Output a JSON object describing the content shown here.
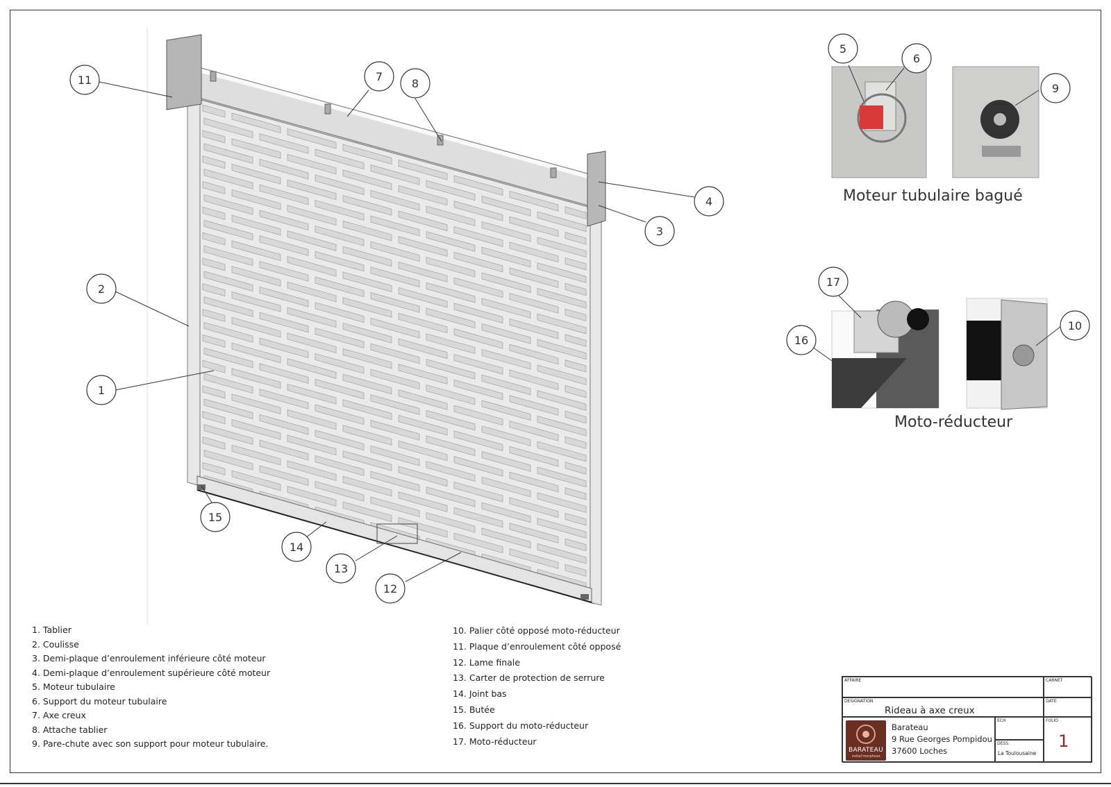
{
  "callouts": [
    "1",
    "2",
    "3",
    "4",
    "5",
    "6",
    "7",
    "8",
    "9",
    "10",
    "11",
    "12",
    "13",
    "14",
    "15",
    "16",
    "17"
  ],
  "legend_left": [
    "1. Tablier",
    "2. Coulisse",
    "3. Demi-plaque d’enroulement inférieure côté moteur",
    "4. Demi-plaque d’enroulement supérieure côté moteur",
    "5. Moteur tubulaire",
    "6. Support du moteur tubulaire",
    "7. Axe creux",
    "8. Attache tablier",
    "9. Pare-chute avec son support pour moteur tubulaire."
  ],
  "legend_right": [
    "10. Palier côté opposé moto-réducteur",
    "11. Plaque d’enroulement côté opposé",
    "12. Lame finale",
    "13. Carter de protection de serrure",
    "14. Joint bas",
    "15. Butée",
    "16. Support du moto-réducteur",
    "17. Moto-réducteur"
  ],
  "captions": {
    "tubular": "Moteur tubulaire bagué",
    "gear": "Moto-réducteur"
  },
  "title_block": {
    "affaire_label": "AFFAIRE",
    "carnet_label": "CARNET",
    "designation_label": "DESIGNATION",
    "designation": "Rideau à axe creux",
    "date_label": "DATE",
    "company_name": "Barateau",
    "company_street": "9 Rue Georges Pompidou",
    "company_city": "37600 Loches",
    "ech_label": "ECH",
    "folio_label": "FOLIO",
    "folio": "1",
    "dess_label": "DESS.",
    "dess": "La Toulousaine",
    "logo_text": "BARATEAU",
    "logo_sub": "métal'morphose"
  },
  "colors": {
    "line": "#333333",
    "slat": "#d8d8d8",
    "slat_dark": "#a9a9a9",
    "rail": "#e6e6e6",
    "motor_red": "#d93a3a",
    "logo_bg": "#6b2e22",
    "folio": "#a3202a"
  }
}
